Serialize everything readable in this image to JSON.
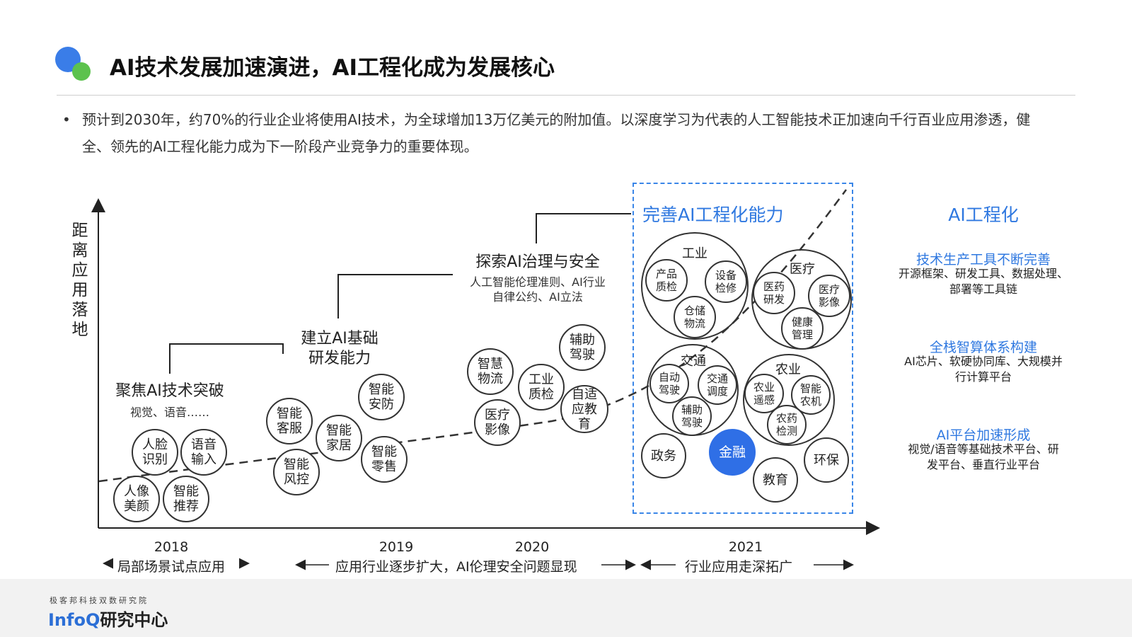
{
  "header": {
    "title": "AI技术发展加速演进，AI工程化成为发展核心",
    "bullet": "预计到2030年，约70%的行业企业将使用AI技术，为全球增加13万亿美元的附加值。以深度学习为代表的人工智能技术正加速向千行百业应用渗透，健全、领先的AI工程化能力成为下一阶段产业竞争力的重要体现。",
    "bullet_marker": "•"
  },
  "axis": {
    "ylabel": "距离应用落地",
    "years": [
      "2018",
      "2019",
      "2020",
      "2021"
    ],
    "eras": [
      {
        "label": "局部场景试点应用"
      },
      {
        "label": "应用行业逐步扩大，AI伦理安全问题显现"
      },
      {
        "label": "行业应用走深拓广"
      }
    ]
  },
  "stages": {
    "s1": {
      "title": "聚焦AI技术突破",
      "sub": "视觉、语音……"
    },
    "s2": {
      "title_line1": "建立AI基础",
      "title_line2": "研发能力"
    },
    "s3": {
      "title": "探索AI治理与安全",
      "sub_line1": "人工智能伦理准则、AI行业",
      "sub_line2": "自律公约、AI立法"
    },
    "s4": {
      "title": "完善AI工程化能力"
    }
  },
  "bubbles": {
    "renlian": "人脸\n识别",
    "yuyin": "语音\n输入",
    "renxiang": "人像\n美颜",
    "tuijian": "智能\n推荐",
    "kefu": "智能\n客服",
    "anfang": "智能\n安防",
    "jiaju": "智能\n家居",
    "fengkong": "智能\n风控",
    "lingshou": "智能\n零售",
    "wuliu": "智慧\n物流",
    "gongye": "工业\n质检",
    "fuzhu": "辅助\n驾驶",
    "yiliao": "医疗\n影像",
    "jiaoyu": "自适\n应教\n育"
  },
  "clusters": {
    "gongye": {
      "title": "工业",
      "items": [
        "产品\n质检",
        "设备\n检修",
        "仓储\n物流"
      ]
    },
    "yiliao": {
      "title": "医疗",
      "items": [
        "医药\n研发",
        "医疗\n影像",
        "健康\n管理"
      ]
    },
    "jiaotong": {
      "title": "交通",
      "items": [
        "自动\n驾驶",
        "交通\n调度",
        "辅助\n驾驶"
      ]
    },
    "nongye": {
      "title": "农业",
      "items": [
        "农业\n遥感",
        "智能\n农机",
        "农药\n检测"
      ]
    },
    "singles": {
      "zhengwu": "政务",
      "jinrong": "金融",
      "jiaoyu": "教育",
      "huanbao": "环保"
    }
  },
  "right": {
    "title": "AI工程化",
    "items": [
      {
        "heading": "技术生产工具不断完善",
        "desc_line1": "开源框架、研发工具、数据处理、",
        "desc_line2": "部署等工具链"
      },
      {
        "heading": "全栈智算体系构建",
        "desc_line1": "AI芯片、软硬协同库、大规模并",
        "desc_line2": "行计算平台"
      },
      {
        "heading": "AI平台加速形成",
        "desc_line1": "视觉/语音等基础技术平台、研",
        "desc_line2": "发平台、垂直行业平台"
      }
    ]
  },
  "footer": {
    "org": "极客邦科技双数研究院",
    "brand_a": "InfoQ",
    "brand_b": "研究中心"
  },
  "colors": {
    "accent": "#2f78e0",
    "highlight": "#2f6fe6",
    "dot_blue": "#3a7de8",
    "dot_green": "#5cc24e"
  }
}
